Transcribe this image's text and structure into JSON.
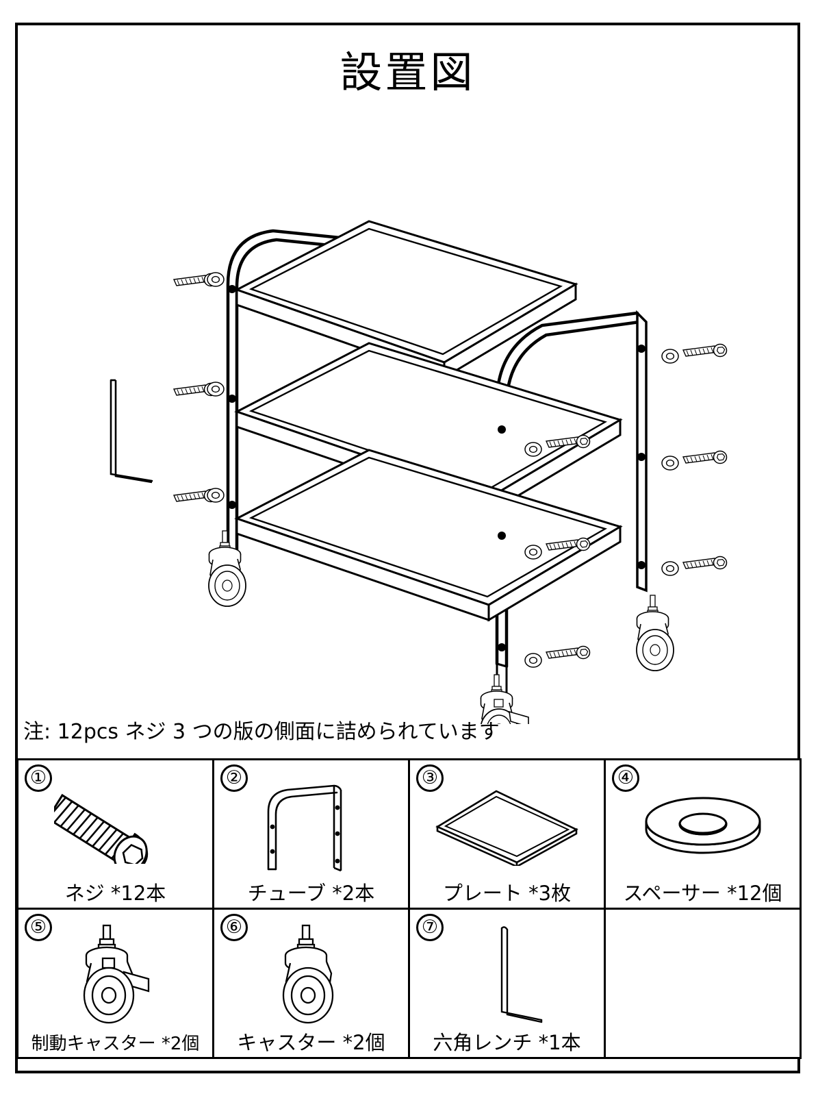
{
  "document": {
    "title": "設置図",
    "note": "注: 12pcs ネジ 3 つの版の側面に詰められています"
  },
  "diagram": {
    "name": "three-tier-rolling-cart-exploded-view",
    "description": "3段ワゴンの組立分解図",
    "shelf_count": 3,
    "tube_count": 2,
    "caster_count": 4,
    "screw_callouts": 8
  },
  "parts": [
    {
      "number": "①",
      "icon": "screw-icon",
      "name": "ネジ",
      "qty": "*12本",
      "label": "ネジ *12本"
    },
    {
      "number": "②",
      "icon": "tube-frame-icon",
      "name": "チューブ",
      "qty": "*2本",
      "label": "チューブ *2本"
    },
    {
      "number": "③",
      "icon": "plate-icon",
      "name": "プレート",
      "qty": "*3枚",
      "label": "プレート *3枚"
    },
    {
      "number": "④",
      "icon": "washer-icon",
      "name": "スペーサー",
      "qty": "*12個",
      "label": "スペーサー *12個"
    },
    {
      "number": "⑤",
      "icon": "brake-caster-icon",
      "name": "制動キャスター",
      "qty": "*2個",
      "label": "制動キャスター *2個"
    },
    {
      "number": "⑥",
      "icon": "caster-icon",
      "name": "キャスター",
      "qty": "*2個",
      "label": "キャスター *2個"
    },
    {
      "number": "⑦",
      "icon": "hex-wrench-icon",
      "name": "六角レンチ",
      "qty": "*1本",
      "label": "六角レンチ *1本"
    }
  ],
  "colors": {
    "line": "#000000",
    "background": "#ffffff",
    "fill_light": "#f2f2f2"
  }
}
